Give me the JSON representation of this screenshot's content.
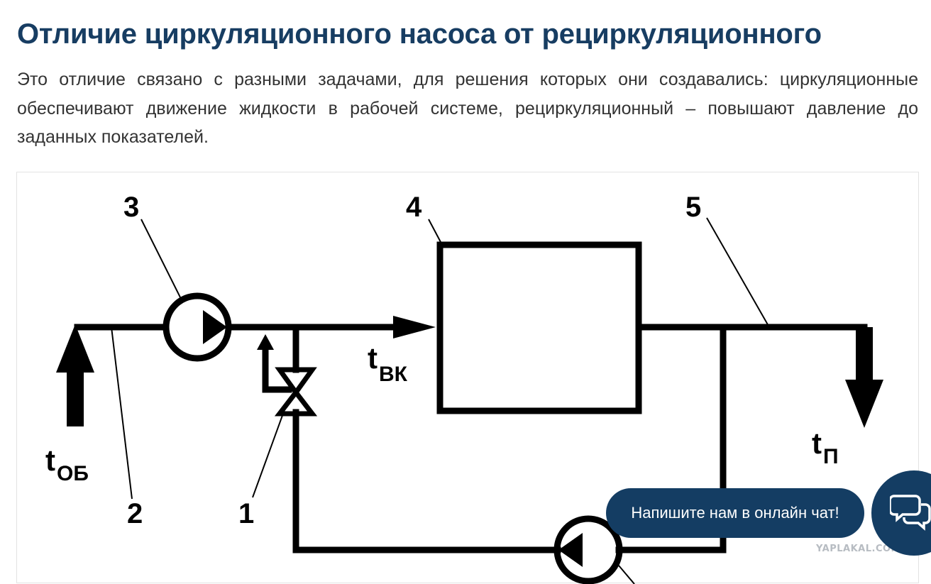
{
  "article": {
    "title": "Отличие циркуляционного насоса от рециркуляционного",
    "intro": "Это отличие связано с разными задачами, для решения которых они создавались: циркуляционные обеспечивают движение жидкости в рабочей системе, рециркуляционный – повышают давление до заданных показателей."
  },
  "diagram": {
    "labels": {
      "n1": "1",
      "n2": "2",
      "n3": "3",
      "n4": "4",
      "n5": "5",
      "t_ob_main": "t",
      "t_ob_sub": "ОБ",
      "t_vk_main": "t",
      "t_vk_sub": "ВК",
      "t_p_main": "t",
      "t_p_sub": "П"
    }
  },
  "chat": {
    "prompt_label": "Напишите нам в онлайн чат!",
    "icon": "chat-bubbles-icon"
  },
  "watermark": "YAPLAKAL.COM",
  "colors": {
    "title": "#173d62",
    "chat_bg": "#143d63",
    "text": "#333333"
  }
}
